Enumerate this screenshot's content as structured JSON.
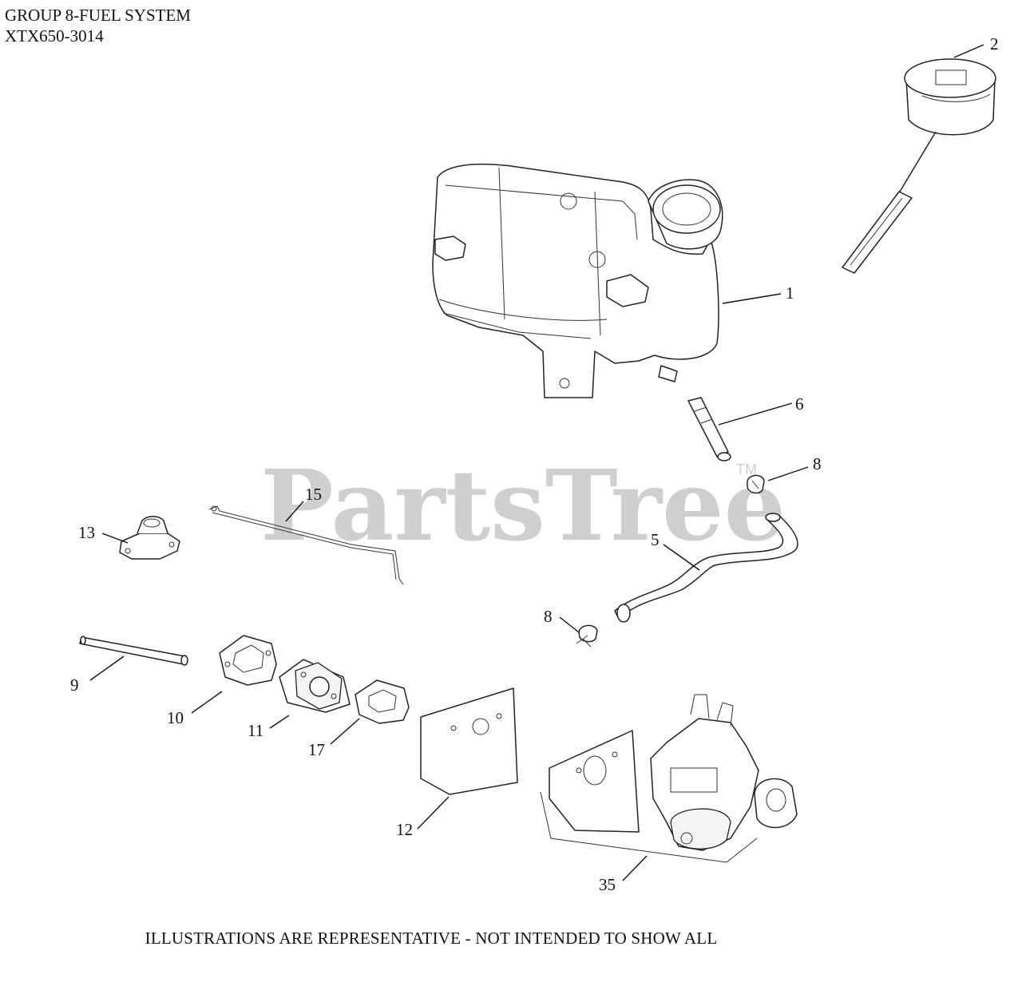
{
  "header": {
    "line1": "GROUP 8-FUEL SYSTEM",
    "line2": "XTX650-3014"
  },
  "watermark": {
    "text": "PartsTree",
    "trademark": "TM"
  },
  "callouts": {
    "c1": "1",
    "c2": "2",
    "c5": "5",
    "c6": "6",
    "c8a": "8",
    "c8b": "8",
    "c9": "9",
    "c10": "10",
    "c11": "11",
    "c12": "12",
    "c13": "13",
    "c15": "15",
    "c17": "17",
    "c35": "35"
  },
  "footer": {
    "note": "ILLUSTRATIONS ARE REPRESENTATIVE - NOT INTENDED TO SHOW ALL"
  }
}
